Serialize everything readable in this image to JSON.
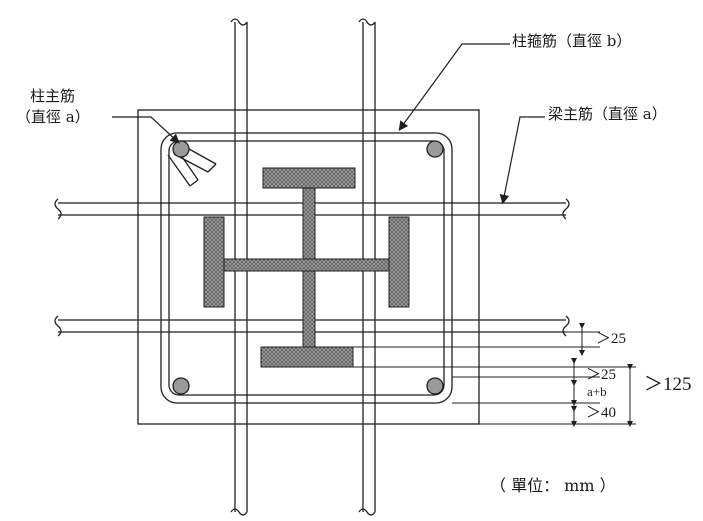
{
  "labels": {
    "column_main_bar_line1": "柱主筋",
    "column_main_bar_line2": "（直徑 a）",
    "column_tie": "柱箍筋（直徑 b）",
    "beam_main_bar": "梁主筋（直徑 a）"
  },
  "dimensions": {
    "d1": "＞25",
    "d2": "＞25",
    "d3": "a+b",
    "d4": "＞40",
    "total": "＞125"
  },
  "unit_note": "（ 單位： mm ）",
  "colors": {
    "line": "#1f1f1f",
    "steel_fill": "#8c8c8c",
    "hatch_light": "#d9d9d9"
  }
}
